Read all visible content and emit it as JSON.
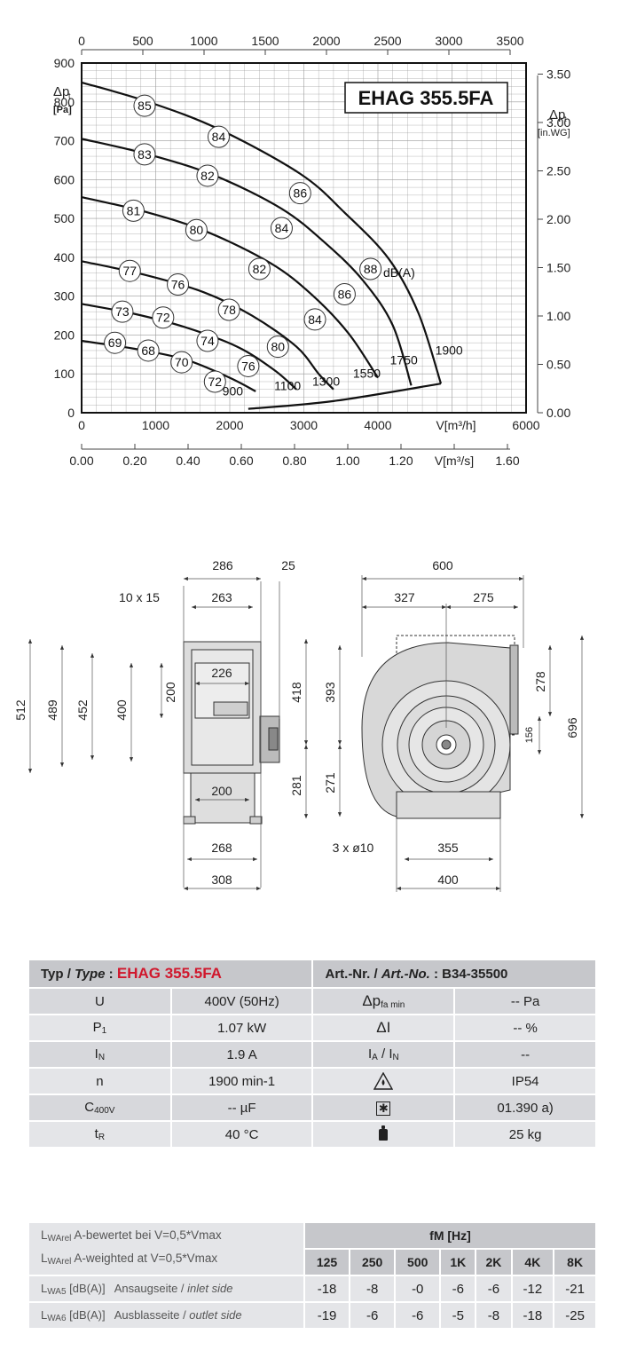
{
  "chart_data": {
    "type": "line",
    "title": "EHAG 355.5FA",
    "ylabel_main": "Δp",
    "ylabel_sub": "t",
    "ylabel_unit": "[Pa]",
    "ylabel_right_main": "Δp",
    "ylabel_right_sub": "t",
    "ylabel_right_unit": "[in.WG]",
    "xlabel_m3h": "V[m³/h]",
    "xlabel_m3s": "V[m³/s]",
    "ylim": [
      0,
      900
    ],
    "xlim_m3h": [
      0,
      6000
    ],
    "y_ticks": [
      0,
      100,
      200,
      300,
      400,
      500,
      600,
      700,
      800,
      900
    ],
    "x_ticks_m3h": [
      0,
      1000,
      2000,
      3000,
      4000,
      5000,
      6000
    ],
    "x_tick_labels_m3h": [
      "0",
      "1000",
      "2000",
      "3000",
      "4000",
      "",
      "6000"
    ],
    "top_ticks_cfm": [
      0,
      500,
      1000,
      1500,
      2000,
      2500,
      3000,
      3500
    ],
    "bottom_ticks_m3s": [
      "0.00",
      "0.20",
      "0.40",
      "0.60",
      "0.80",
      "1.00",
      "1.20",
      "1.40",
      "1.60"
    ],
    "right_ticks_inwg": [
      "0.00",
      "0.50",
      "1.00",
      "1.50",
      "2.00",
      "2.50",
      "3.00",
      "3.50"
    ],
    "grid": true,
    "series": [
      {
        "name": "900",
        "points": [
          [
            0,
            185
          ],
          [
            700,
            165
          ],
          [
            1400,
            137
          ],
          [
            2000,
            90
          ],
          [
            2350,
            55
          ]
        ]
      },
      {
        "name": "1100",
        "points": [
          [
            0,
            280
          ],
          [
            700,
            255
          ],
          [
            1400,
            220
          ],
          [
            2100,
            170
          ],
          [
            2600,
            110
          ],
          [
            2900,
            60
          ]
        ]
      },
      {
        "name": "1300",
        "points": [
          [
            0,
            390
          ],
          [
            850,
            355
          ],
          [
            1650,
            310
          ],
          [
            2300,
            250
          ],
          [
            2900,
            170
          ],
          [
            3200,
            100
          ],
          [
            3400,
            60
          ]
        ]
      },
      {
        "name": "1550",
        "points": [
          [
            0,
            555
          ],
          [
            900,
            515
          ],
          [
            1700,
            465
          ],
          [
            2550,
            385
          ],
          [
            3100,
            305
          ],
          [
            3600,
            205
          ],
          [
            4000,
            90
          ]
        ]
      },
      {
        "name": "1750",
        "points": [
          [
            0,
            705
          ],
          [
            900,
            665
          ],
          [
            1800,
            610
          ],
          [
            2700,
            525
          ],
          [
            3300,
            435
          ],
          [
            3800,
            340
          ],
          [
            4200,
            225
          ],
          [
            4450,
            70
          ]
        ]
      },
      {
        "name": "1900",
        "points": [
          [
            0,
            850
          ],
          [
            900,
            800
          ],
          [
            1850,
            730
          ],
          [
            2950,
            615
          ],
          [
            3550,
            515
          ],
          [
            4150,
            395
          ],
          [
            4550,
            255
          ],
          [
            4850,
            75
          ]
        ]
      }
    ],
    "system_line": {
      "points": [
        [
          2250,
          10
        ],
        [
          3400,
          30
        ],
        [
          4850,
          75
        ]
      ]
    },
    "curve_label_positions": [
      {
        "text": "900",
        "x": 2040,
        "y": 45
      },
      {
        "text": "1100",
        "x": 2780,
        "y": 58
      },
      {
        "text": "1300",
        "x": 3300,
        "y": 70
      },
      {
        "text": "1550",
        "x": 3850,
        "y": 90
      },
      {
        "text": "1750",
        "x": 4350,
        "y": 125
      },
      {
        "text": "1900",
        "x": 4960,
        "y": 150
      }
    ],
    "db_markers": [
      {
        "value": "85",
        "x": 850,
        "y": 790
      },
      {
        "value": "84",
        "x": 1850,
        "y": 710
      },
      {
        "value": "86",
        "x": 2950,
        "y": 565
      },
      {
        "value": "83",
        "x": 850,
        "y": 665
      },
      {
        "value": "82",
        "x": 1700,
        "y": 610
      },
      {
        "value": "84",
        "x": 2700,
        "y": 475
      },
      {
        "value": "81",
        "x": 700,
        "y": 520
      },
      {
        "value": "80",
        "x": 1550,
        "y": 470
      },
      {
        "value": "82",
        "x": 2400,
        "y": 370
      },
      {
        "value": "86",
        "x": 3550,
        "y": 305
      },
      {
        "value": "88",
        "x": 3900,
        "y": 370
      },
      {
        "value": "77",
        "x": 650,
        "y": 365
      },
      {
        "value": "76",
        "x": 1300,
        "y": 330
      },
      {
        "value": "78",
        "x": 1990,
        "y": 265
      },
      {
        "value": "84",
        "x": 3150,
        "y": 240
      },
      {
        "value": "73",
        "x": 550,
        "y": 260
      },
      {
        "value": "72",
        "x": 1100,
        "y": 245
      },
      {
        "value": "74",
        "x": 1700,
        "y": 185
      },
      {
        "value": "80",
        "x": 2650,
        "y": 170
      },
      {
        "value": "69",
        "x": 450,
        "y": 180
      },
      {
        "value": "68",
        "x": 900,
        "y": 160
      },
      {
        "value": "70",
        "x": 1350,
        "y": 130
      },
      {
        "value": "76",
        "x": 2250,
        "y": 120
      },
      {
        "value": "72",
        "x": 1800,
        "y": 80
      }
    ],
    "db_unit_label": "dB(A)"
  },
  "drawing": {
    "dims": [
      "286",
      "25",
      "263",
      "10 x 15",
      "226",
      "200",
      "400",
      "452",
      "489",
      "512",
      "200",
      "268",
      "308",
      "600",
      "327",
      "275",
      "418",
      "393",
      "278",
      "156",
      "696",
      "281",
      "271",
      "3 x ø10",
      "355",
      "400"
    ]
  },
  "spec": {
    "type_label": "Typ / ",
    "type_label_en": "Type",
    "type_colon": " : ",
    "type_value": "EHAG 355.5FA",
    "artnr_label": "Art.-Nr. / ",
    "artnr_label_en": "Art.-No.",
    "artnr_colon": " : ",
    "artnr_value": "B34-35500",
    "rows": [
      {
        "k1": "U",
        "k1sub": "",
        "v1": "400V (50Hz)",
        "k2": "Δp",
        "k2sub": "fa min",
        "v2": "-- Pa"
      },
      {
        "k1": "P",
        "k1sub": "1",
        "v1": "1.07 kW",
        "k2": "ΔI",
        "k2sub": "",
        "v2": "-- %"
      },
      {
        "k1": "I",
        "k1sub": "N",
        "v1": "1.9 A",
        "k2": "I",
        "k2sub": "A",
        "v2": "--"
      },
      {
        "k1": "n",
        "k1sub": "",
        "v1": "1900 min-1",
        "k2": "",
        "k2sub": "",
        "v2": "IP54"
      },
      {
        "k1": "C",
        "k1sub": "400V",
        "v1": "-- µF",
        "k2": "",
        "k2sub": "",
        "v2": "01.390 a)"
      },
      {
        "k1": "t",
        "k1sub": "R",
        "v1": "40 °C",
        "k2": "",
        "k2sub": "",
        "v2": "25 kg"
      }
    ],
    "ia_in_suffix": " / I",
    "ia_in_suffix_sub": "N"
  },
  "sound": {
    "title_line1_a": "L",
    "title_line1_sub": "WArel",
    "title_line1_b": " A-bewertet bei V=0,5*Vmax",
    "title_line2_a": "L",
    "title_line2_sub": "WArel",
    "title_line2_b": " A-weighted at V=0,5*Vmax",
    "freq_header": "fM [Hz]",
    "freqs": [
      "125",
      "250",
      "500",
      "1K",
      "2K",
      "4K",
      "8K"
    ],
    "rows": [
      {
        "sym": "L",
        "symsub": "WA5",
        "unit": " [dB(A)]",
        "de": "Ansaugseite / ",
        "en": "inlet side",
        "values": [
          "-18",
          "-8",
          "-0",
          "-6",
          "-6",
          "-12",
          "-21"
        ]
      },
      {
        "sym": "L",
        "symsub": "WA6",
        "unit": " [dB(A)]",
        "de": "Ausblasseite / ",
        "en": "outlet side",
        "values": [
          "-19",
          "-6",
          "-6",
          "-5",
          "-8",
          "-18",
          "-25"
        ]
      }
    ]
  }
}
